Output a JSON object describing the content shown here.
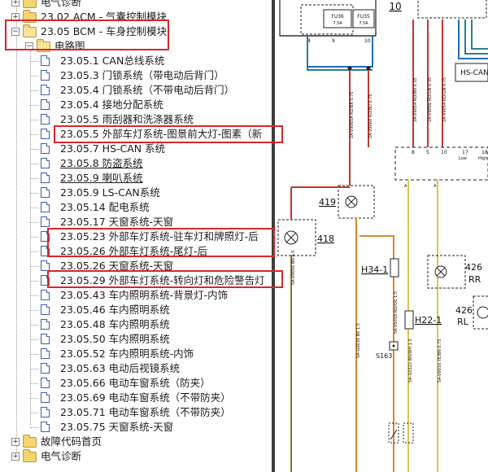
{
  "tree": {
    "items": [
      {
        "level": 0,
        "icon": "folder",
        "expander": "+",
        "label": "电气诊断"
      },
      {
        "level": 0,
        "icon": "folder",
        "expander": "+",
        "label": "23.02 ACM - 气囊控制模块"
      },
      {
        "level": 0,
        "icon": "folder-open",
        "expander": "-",
        "label": "23.05 BCM - 车身控制模块"
      },
      {
        "level": 1,
        "icon": "folder-open",
        "expander": "-",
        "label": "电路图"
      },
      {
        "level": 2,
        "icon": "doc",
        "label": "23.05.1 CAN总线系统"
      },
      {
        "level": 2,
        "icon": "doc",
        "label": "23.05.3 门锁系统（带电动后背门）"
      },
      {
        "level": 2,
        "icon": "doc",
        "label": "23.05.4 门锁系统（不带电动后背门）"
      },
      {
        "level": 2,
        "icon": "doc",
        "label": "23.05.4 接地分配系统"
      },
      {
        "level": 2,
        "icon": "doc",
        "label": "23.05.5 雨刮器和洗涤器系统"
      },
      {
        "level": 2,
        "icon": "doc",
        "label": "23.05.5 外部车灯系统-图景前大灯-图素（新"
      },
      {
        "level": 2,
        "icon": "doc",
        "label": "23.05.7 HS-CAN 系统"
      },
      {
        "level": 2,
        "icon": "doc",
        "label": "23.05.8 防盗系统"
      },
      {
        "level": 2,
        "icon": "doc",
        "label": "23.05.9 喇叭系统"
      },
      {
        "level": 2,
        "icon": "doc",
        "label": "23.05.9 LS-CAN系统"
      },
      {
        "level": 2,
        "icon": "doc",
        "label": "23.05.14 配电系统"
      },
      {
        "level": 2,
        "icon": "doc",
        "label": "23.05.17 天窗系统-天窗"
      },
      {
        "level": 2,
        "icon": "doc",
        "label": "23.05.23 外部车灯系统-驻车灯和牌照灯-后"
      },
      {
        "level": 2,
        "icon": "doc",
        "label": "23.05.26 外部车灯系统-尾灯-后"
      },
      {
        "level": 2,
        "icon": "doc",
        "label": "23.05.26 天窗系统-天窗"
      },
      {
        "level": 2,
        "icon": "doc",
        "label": "23.05.29 外部车灯系统-转向灯和危险警告灯"
      },
      {
        "level": 2,
        "icon": "doc",
        "label": "23.05.43 车内照明系统-背景灯-内饰"
      },
      {
        "level": 2,
        "icon": "doc",
        "label": "23.05.46 车内照明系统"
      },
      {
        "level": 2,
        "icon": "doc",
        "label": "23.05.48 车内照明系统"
      },
      {
        "level": 2,
        "icon": "doc",
        "label": "23.05.50 车内照明系统"
      },
      {
        "level": 2,
        "icon": "doc",
        "label": "23.05.52 车内照明系统-内饰"
      },
      {
        "level": 2,
        "icon": "doc",
        "label": "23.05.63 电动后视镜系统"
      },
      {
        "level": 2,
        "icon": "doc",
        "label": "23.05.66 电动车窗系统（防夹）"
      },
      {
        "level": 2,
        "icon": "doc",
        "label": "23.05.69 电动车窗系统（不带防夹）"
      },
      {
        "level": 2,
        "icon": "doc",
        "label": "23.05.71 电动车窗系统（不带防夹）"
      },
      {
        "level": 2,
        "icon": "doc",
        "label": "23.05.75 天窗系统-天窗"
      },
      {
        "level": 0,
        "icon": "folder",
        "expander": "+",
        "label": "故障代码首页"
      },
      {
        "level": 0,
        "icon": "folder",
        "expander": "+",
        "label": "电气诊断"
      }
    ]
  },
  "diagram": {
    "labels": {
      "connector_10": "10",
      "fuse_1": "FU36",
      "fuse_1_rating": "7.5A",
      "fuse_2": "FU35",
      "fuse_2_rating": "7.5A",
      "hs_can": "HS-CAN",
      "lamp_419": "419",
      "lamp_418": "418",
      "h34": "H34-1",
      "h22": "H22-1",
      "s163": "S163",
      "lamp_426rr_num": "426",
      "lamp_426rr_side": "RR",
      "lamp_426rl_num": "426",
      "lamp_426rl_side": "RL",
      "pin_8": "8",
      "pin_9": "9",
      "pin_10": "10",
      "pin_a1": "A",
      "pin_a2": "A",
      "pin_5": "5",
      "pin_17": "17",
      "pin_18": "18",
      "low": "Low",
      "high": "High"
    },
    "colors": {
      "red_wire": "#c0392b",
      "blue_wire": "#1f6fb5",
      "teal_wire": "#2e7d8a",
      "orange_wire": "#d58a2a",
      "yellow_wire": "#e3c247",
      "brown_wire": "#9a6b3a"
    }
  }
}
